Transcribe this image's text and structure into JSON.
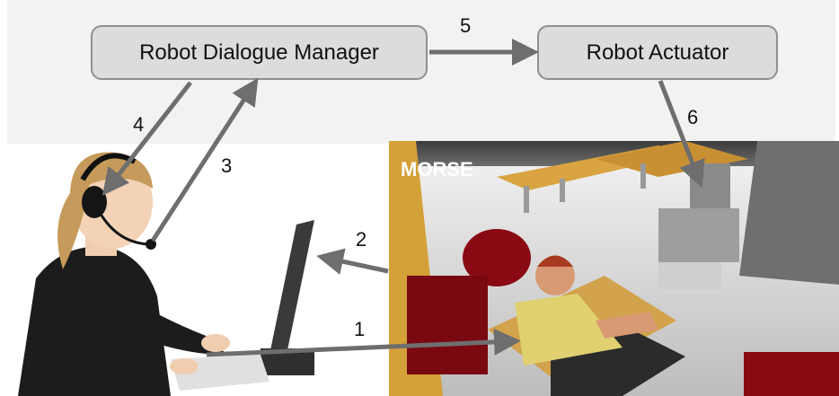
{
  "diagram": {
    "nodes": {
      "dialogue_manager": "Robot Dialogue Manager",
      "actuator": "Robot Actuator"
    },
    "arrows": {
      "a1": "1",
      "a2": "2",
      "a3": "3",
      "a4": "4",
      "a5": "5",
      "a6": "6"
    },
    "simulator_label": "MORSE"
  },
  "colors": {
    "box_fill": "#dcdcdc",
    "box_border": "#8f8f8f",
    "arrow": "#6e6e6e",
    "band": "#f2f2f2"
  }
}
